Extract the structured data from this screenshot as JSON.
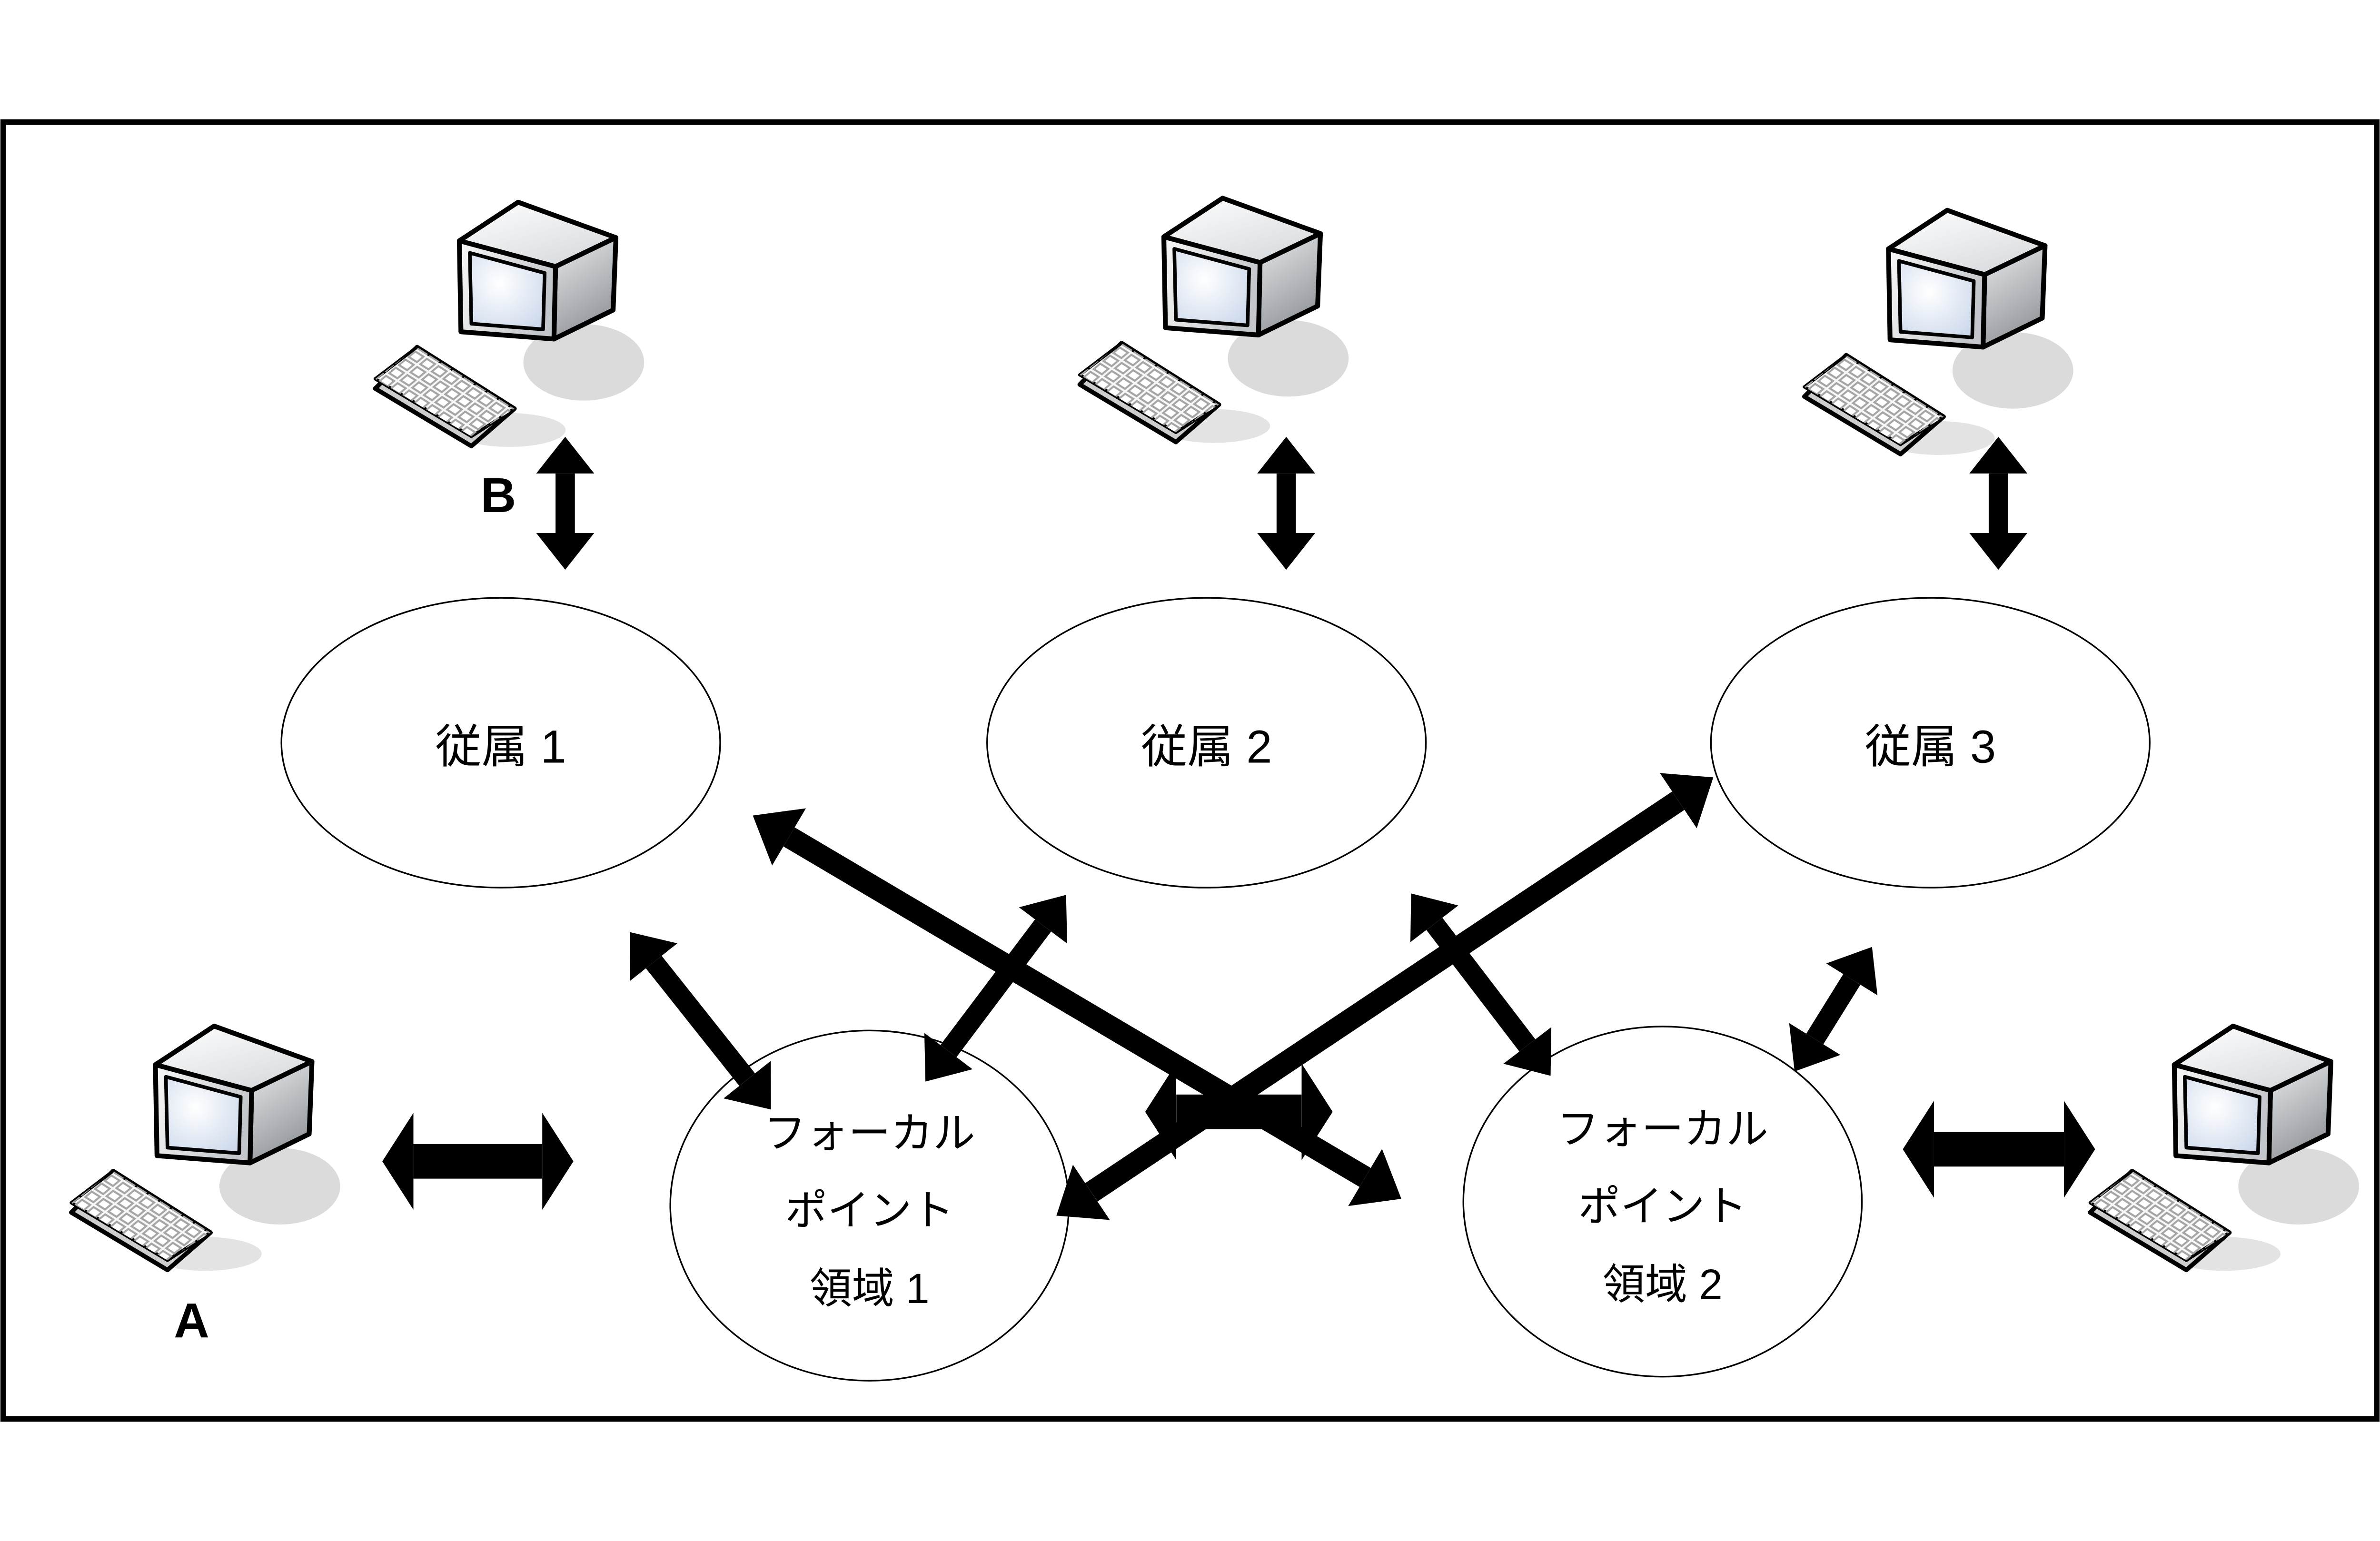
{
  "diagram": {
    "title": "focal point network diagram",
    "background_color": "#ffffff",
    "line_color": "#000000",
    "border_color": "#000000"
  },
  "nodes": {
    "subordinate_1": {
      "label": "従属 1"
    },
    "subordinate_2": {
      "label": "従属 2"
    },
    "subordinate_3": {
      "label": "従属 3"
    },
    "focal_1": {
      "lines": [
        "フォーカル",
        "ポイント",
        "領域 1"
      ]
    },
    "focal_2": {
      "lines": [
        "フォーカル",
        "ポイント",
        "領域 2"
      ]
    }
  },
  "labels": {
    "computer_top_left": "B",
    "computer_bottom_left": "A"
  },
  "edges": [
    {
      "from": "computer-top-left",
      "to": "subordinate-1",
      "type": "double-arrow"
    },
    {
      "from": "computer-top-middle",
      "to": "subordinate-2",
      "type": "double-arrow"
    },
    {
      "from": "computer-top-right",
      "to": "subordinate-3",
      "type": "double-arrow"
    },
    {
      "from": "computer-bottom-left",
      "to": "focal-1",
      "type": "double-arrow"
    },
    {
      "from": "computer-bottom-right",
      "to": "focal-2",
      "type": "double-arrow"
    },
    {
      "from": "focal-1",
      "to": "focal-2",
      "type": "double-arrow"
    },
    {
      "from": "subordinate-1",
      "to": "focal-1",
      "type": "double-arrow"
    },
    {
      "from": "subordinate-2",
      "to": "focal-1",
      "type": "double-arrow"
    },
    {
      "from": "subordinate-2",
      "to": "focal-2",
      "type": "double-arrow"
    },
    {
      "from": "subordinate-3",
      "to": "focal-2",
      "type": "double-arrow"
    },
    {
      "from": "subordinate-1",
      "to": "focal-2",
      "type": "double-arrow"
    },
    {
      "from": "subordinate-3",
      "to": "focal-1",
      "type": "double-arrow"
    }
  ]
}
